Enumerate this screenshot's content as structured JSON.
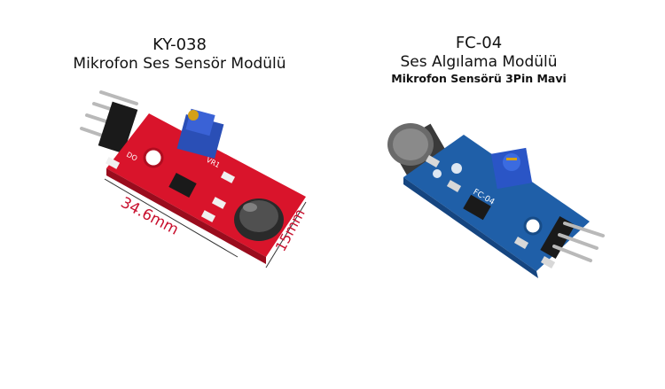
{
  "left": {
    "title": "KY-038",
    "subtitle": "Mikrofon Ses Sensör Modülü",
    "dim_length": "34.6mm",
    "dim_width": "15mm",
    "board_color": "#d9142b"
  },
  "right": {
    "title": "FC-04",
    "subtitle": "Ses Algılama Modülü",
    "caption": "Mikrofon Sensörü 3Pin Mavi",
    "board_label": "FC-04",
    "board_color": "#1f5fa8"
  }
}
